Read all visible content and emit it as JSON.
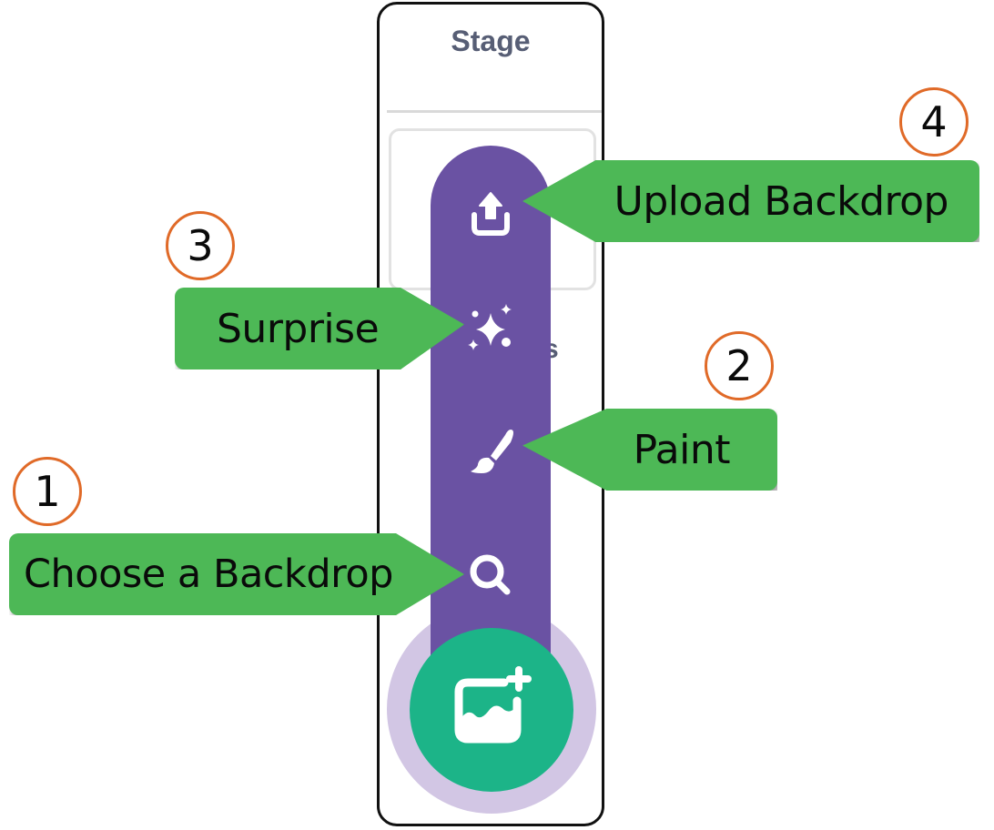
{
  "stage_panel": {
    "title": "Stage",
    "backdrops_label_visible_fragment": "s"
  },
  "backdrop_menu": {
    "items": [
      {
        "id": "upload",
        "icon": "upload-icon",
        "label": "Upload Backdrop"
      },
      {
        "id": "surprise",
        "icon": "sparkles-icon",
        "label": "Surprise"
      },
      {
        "id": "paint",
        "icon": "paintbrush-icon",
        "label": "Paint"
      },
      {
        "id": "choose",
        "icon": "search-icon",
        "label": "Choose a Backdrop"
      }
    ],
    "main_button_icon": "add-backdrop-icon"
  },
  "callouts": [
    {
      "number": "1",
      "label": "Choose a Backdrop"
    },
    {
      "number": "2",
      "label": "Paint"
    },
    {
      "number": "3",
      "label": "Surprise"
    },
    {
      "number": "4",
      "label": "Upload Backdrop"
    }
  ],
  "colors": {
    "menu_purple": "#6a52a3",
    "main_button_green": "#1cb488",
    "callout_green": "#4db856",
    "badge_orange": "#e06a28",
    "stage_text": "#575e75"
  }
}
